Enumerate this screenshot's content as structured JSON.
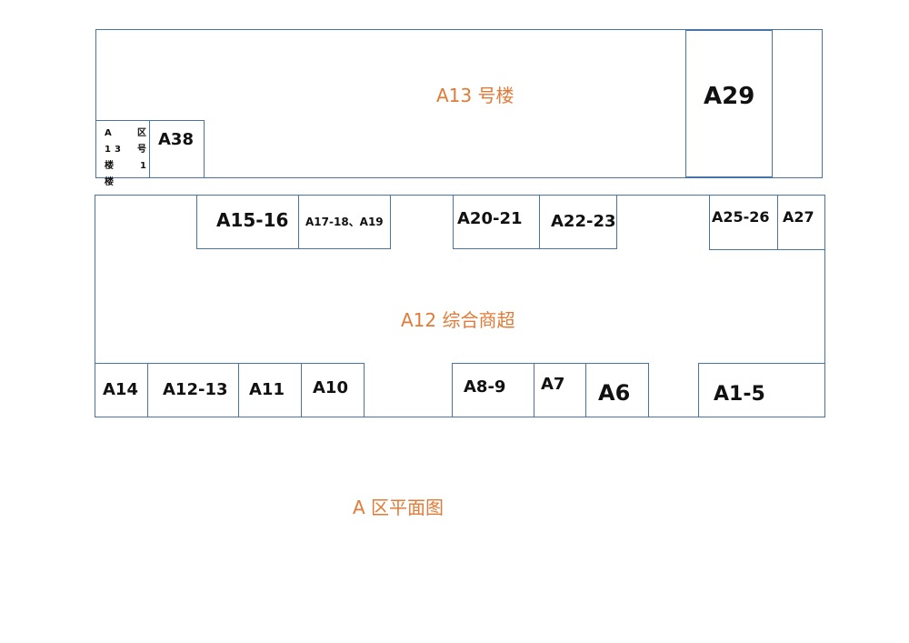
{
  "building_a13": {
    "name": "A13 号楼",
    "units": {
      "a29": "A29",
      "a38": "A38",
      "corner_note": "A 区 13 号 楼 1 楼"
    }
  },
  "building_a12": {
    "name": "A12 综合商超",
    "top_units": {
      "a15_16": "A15-16",
      "a17_19": "A17-18、A19",
      "a20_21": "A20-21",
      "a22_23": "A22-23",
      "a25_26": "A25-26",
      "a27": "A27"
    },
    "bottom_units": {
      "a14": "A14",
      "a12_13": "A12-13",
      "a11": "A11",
      "a10": "A10",
      "a8_9": "A8-9",
      "a7": "A7",
      "a6": "A6",
      "a1_5": "A1-5"
    }
  },
  "map_title": "A 区平面图",
  "colors": {
    "outline": "#4a74a8",
    "accent": "#e07b39",
    "text": "#111111"
  }
}
